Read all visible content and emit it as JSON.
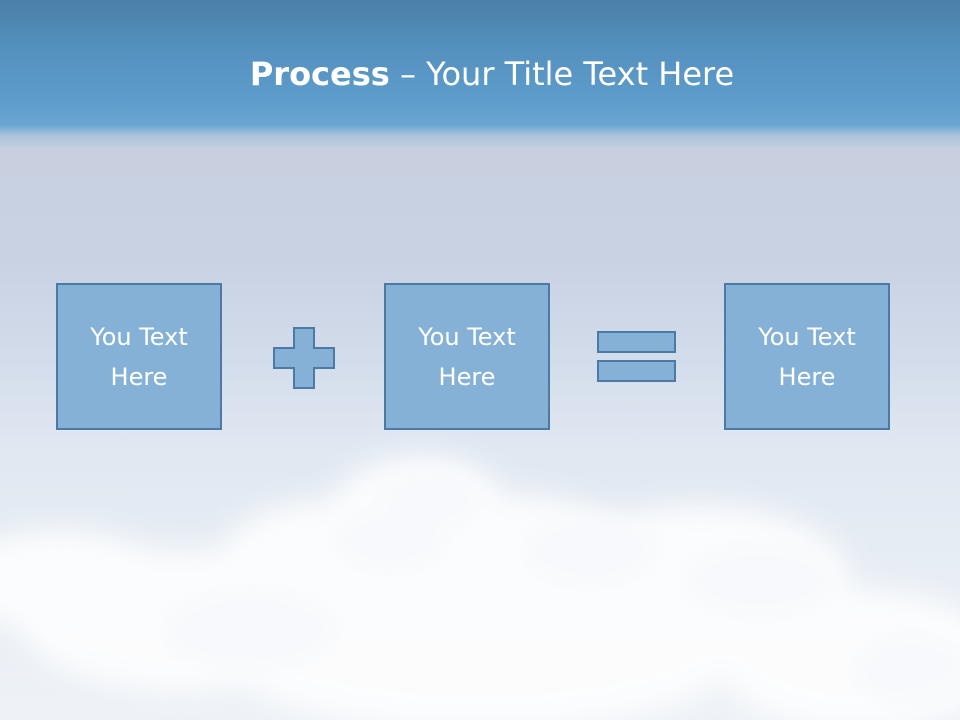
{
  "slide": {
    "title_bold": "Process",
    "title_rest": " – Your Title Text Here"
  },
  "process": {
    "boxes": [
      {
        "line1": "You Text",
        "line2": "Here"
      },
      {
        "line1": "You Text",
        "line2": "Here"
      },
      {
        "line1": "You Text",
        "line2": "Here"
      }
    ],
    "operators": [
      "plus-icon",
      "equals-icon"
    ]
  },
  "colors": {
    "box_fill": "#86b1d6",
    "box_border": "#4d7aa4",
    "title_band": "#5591bf",
    "text": "#ffffff"
  }
}
